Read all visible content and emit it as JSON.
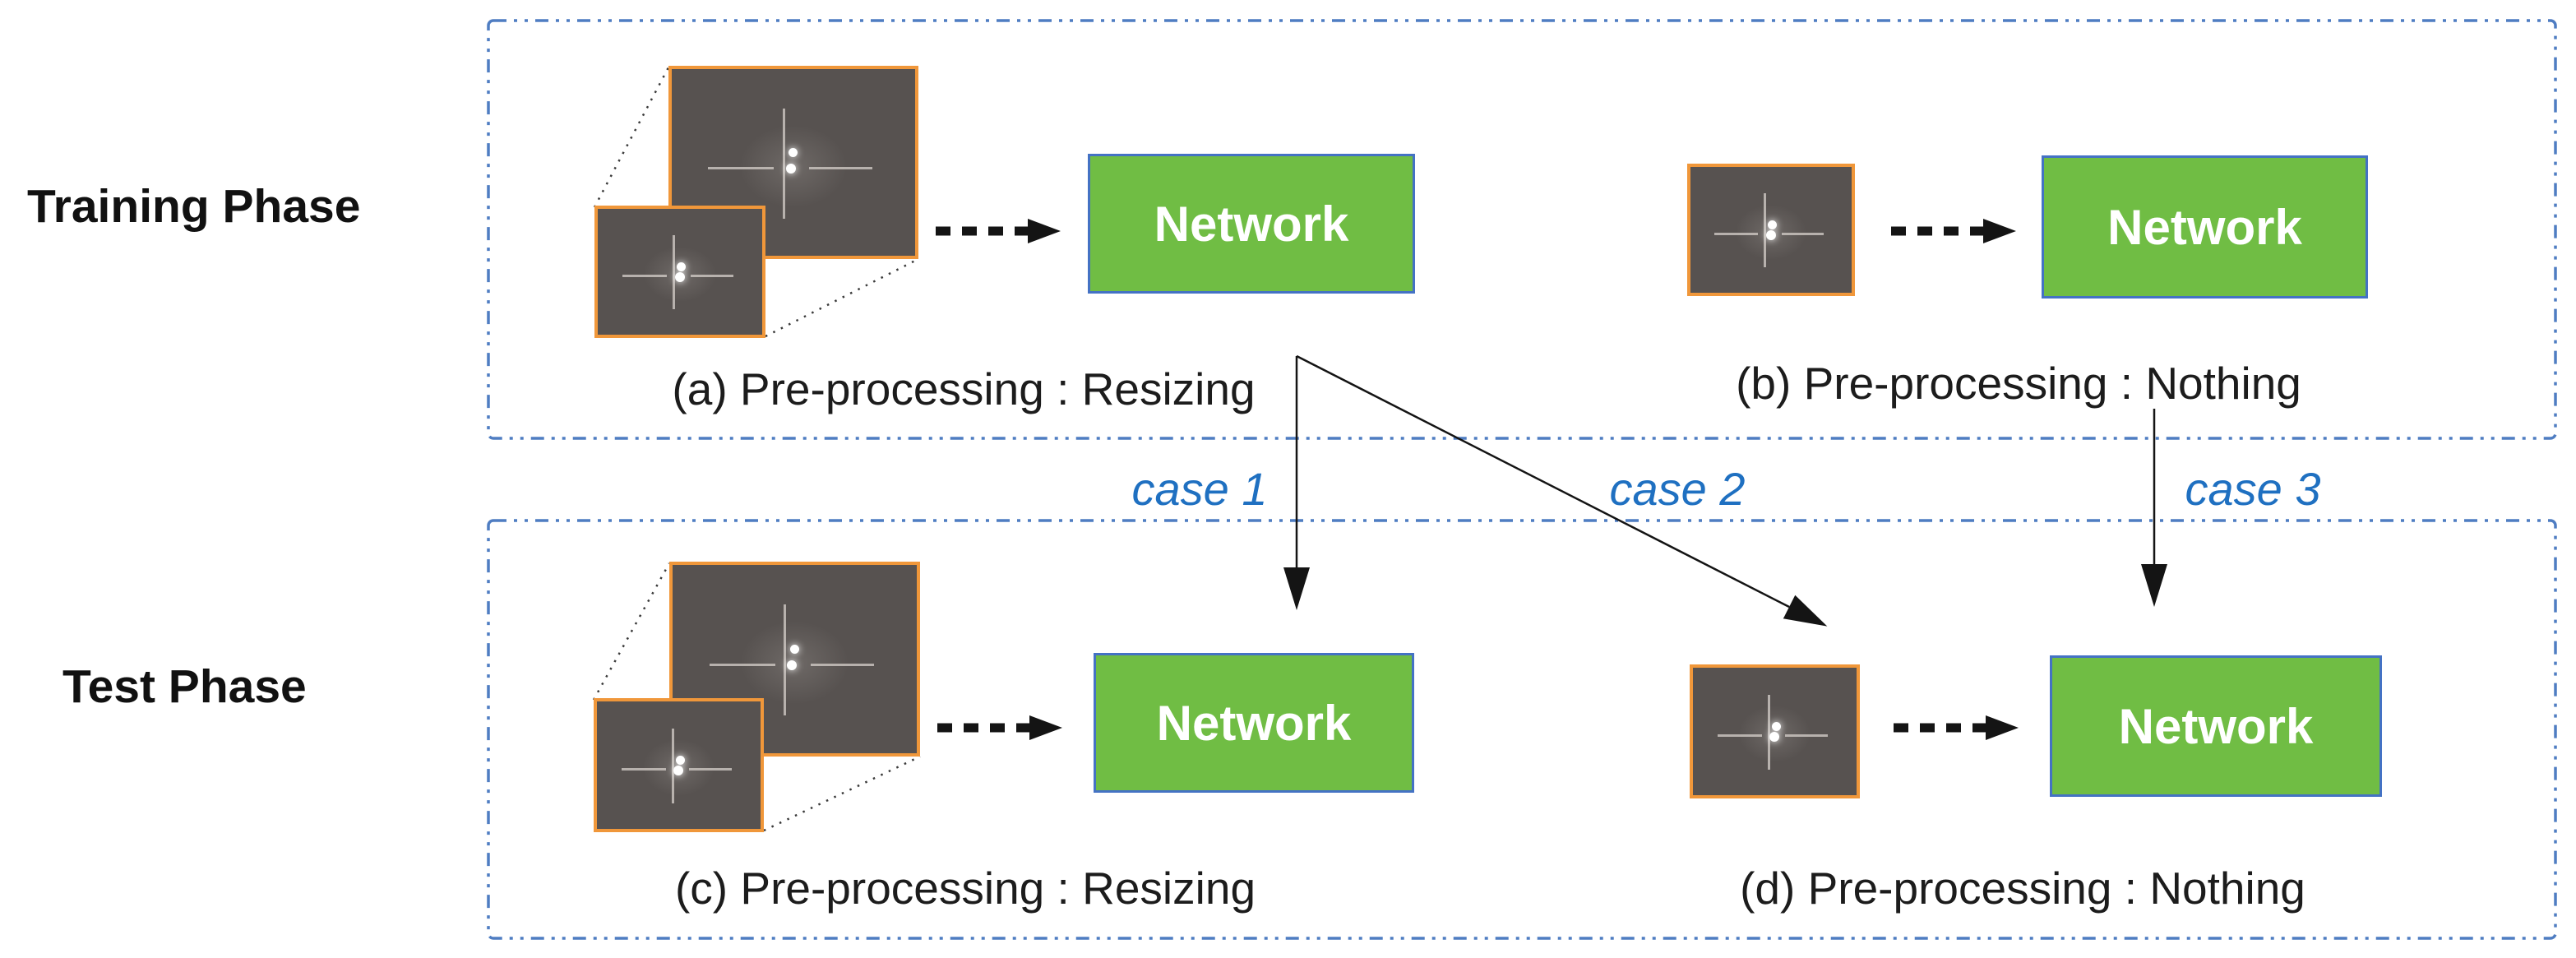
{
  "phases": {
    "training": "Training Phase",
    "test": "Test Phase"
  },
  "panels": {
    "a": {
      "caption": "(a) Pre-processing : Resizing",
      "network": "Network"
    },
    "b": {
      "caption": "(b) Pre-processing : Nothing",
      "network": "Network"
    },
    "c": {
      "caption": "(c) Pre-processing : Resizing",
      "network": "Network"
    },
    "d": {
      "caption": "(d) Pre-processing : Nothing",
      "network": "Network"
    }
  },
  "cases": [
    {
      "label": "case 1"
    },
    {
      "label": "case 2"
    },
    {
      "label": "case 3"
    }
  ],
  "icons": {
    "thermal_image": "crosshair-target-infrared-image",
    "dashed_arrow": "dashed-right-arrow",
    "case_arrow": "thin-down-arrow"
  },
  "colors": {
    "phase_text": "#111111",
    "caption_text": "#1c1c1c",
    "case_label_blue": "#1f70c1",
    "panel_border_blue": "#4f7dc2",
    "network_fill_green": "#70bd44",
    "network_border_blue": "#4472c4",
    "network_text": "#ffffff",
    "image_border_orange": "#f0973a",
    "image_bg_gray": "#575250",
    "arrow_black": "#141414"
  }
}
